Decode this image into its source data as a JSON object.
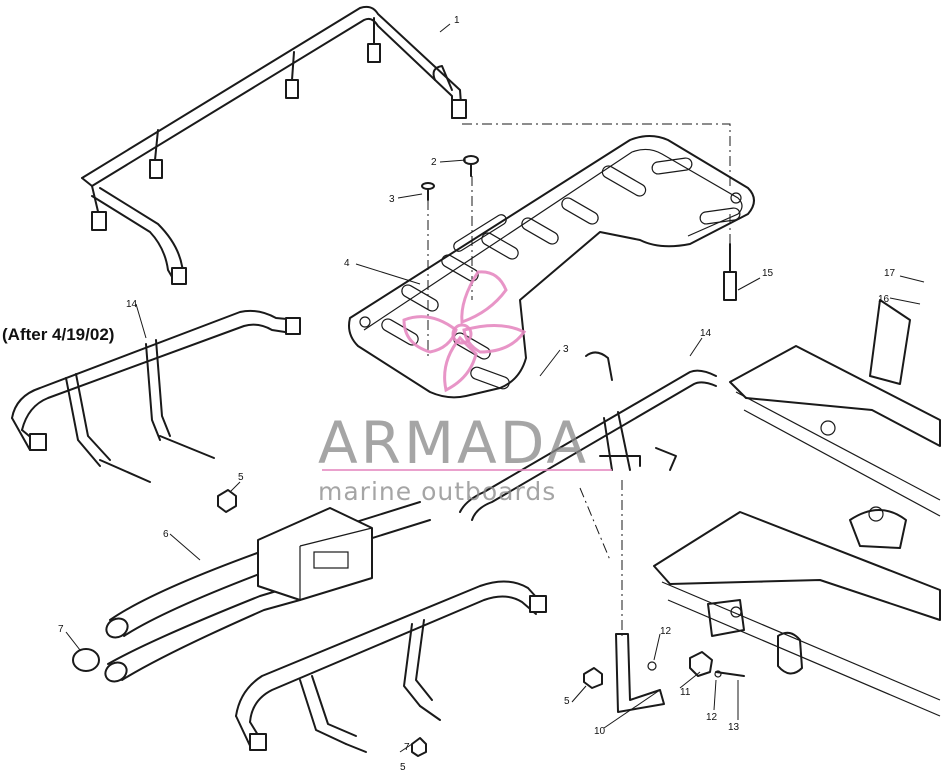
{
  "note": "(After 4/19/02)",
  "callouts": {
    "c1": "1",
    "c2": "2",
    "c3a": "3",
    "c3b": "3",
    "c4": "4",
    "c5a": "5",
    "c5b": "5",
    "c5c": "5",
    "c6": "6",
    "c7a": "7",
    "c7b": "7",
    "c10": "10",
    "c11": "11",
    "c12a": "12",
    "c12b": "12",
    "c13": "13",
    "c14a": "14",
    "c14b": "14",
    "c15": "15",
    "c16": "16",
    "c17": "17"
  },
  "watermark": {
    "title": "ARMADA",
    "subtitle": "marine outboards",
    "accent_color": "#e58ac1"
  }
}
